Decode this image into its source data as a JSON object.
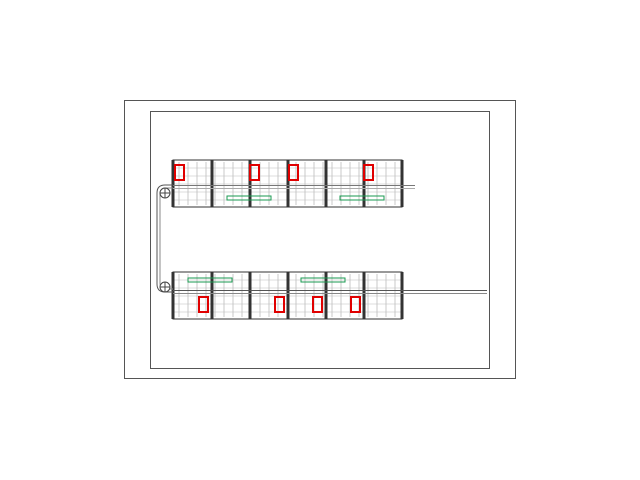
{
  "drawing": {
    "type": "cad-floor-plan",
    "colors": {
      "frame": "#555555",
      "walls": "#333333",
      "detail": "#bbbbbb",
      "stair": "#e00000",
      "highlight": "#1a9a50",
      "background": "#ffffff"
    },
    "blocks": [
      "top-building-wing",
      "bottom-building-wing"
    ],
    "icons": [
      "grid-circle-icon",
      "stair-icon"
    ]
  }
}
